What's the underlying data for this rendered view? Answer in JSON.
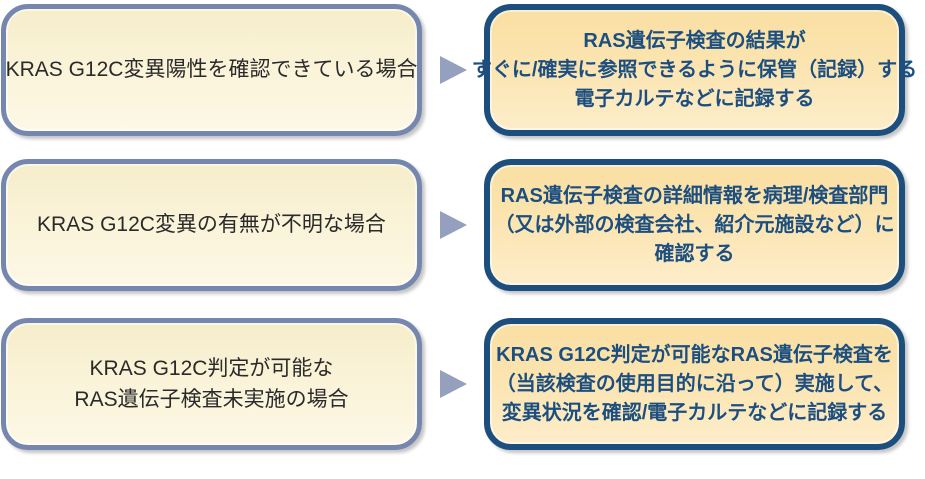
{
  "diagram": {
    "description": "KRAS G12C / RAS gene testing flow diagram",
    "rows": [
      {
        "condition": {
          "lines": [
            "KRAS G12C変異陽性を確認できている場合"
          ]
        },
        "action": {
          "lines": [
            "RAS遺伝子検査の結果が",
            "すぐに/確実に参照できるように保管（記録）する",
            "電子カルテなどに記録する"
          ]
        }
      },
      {
        "condition": {
          "lines": [
            "KRAS G12C変異の有無が不明な場合"
          ]
        },
        "action": {
          "lines": [
            "RAS遺伝子検査の詳細情報を病理/検査部門",
            "（又は外部の検査会社、紹介元施設など）に",
            "確認する"
          ]
        }
      },
      {
        "condition": {
          "lines": [
            "KRAS G12C判定が可能な",
            "RAS遺伝子検査未実施の場合"
          ]
        },
        "action": {
          "lines": [
            "KRAS G12C判定が可能なRAS遺伝子検査を",
            "（当該検査の使用目的に沿って）実施して、",
            "変異状況を確認/電子カルテなどに記録する"
          ]
        }
      }
    ]
  },
  "palette": {
    "background": "#ffffff",
    "condition_box_fill": "#faf3d8",
    "condition_box_border": "#7687af",
    "condition_text": "#2a2a2a",
    "action_box_fill": "#fbe4b0",
    "action_box_border": "#1c4e7e",
    "action_text": "#1c4f80",
    "arrow": "#95a0bf"
  },
  "icons": {
    "arrow": "right-triangle-icon"
  }
}
